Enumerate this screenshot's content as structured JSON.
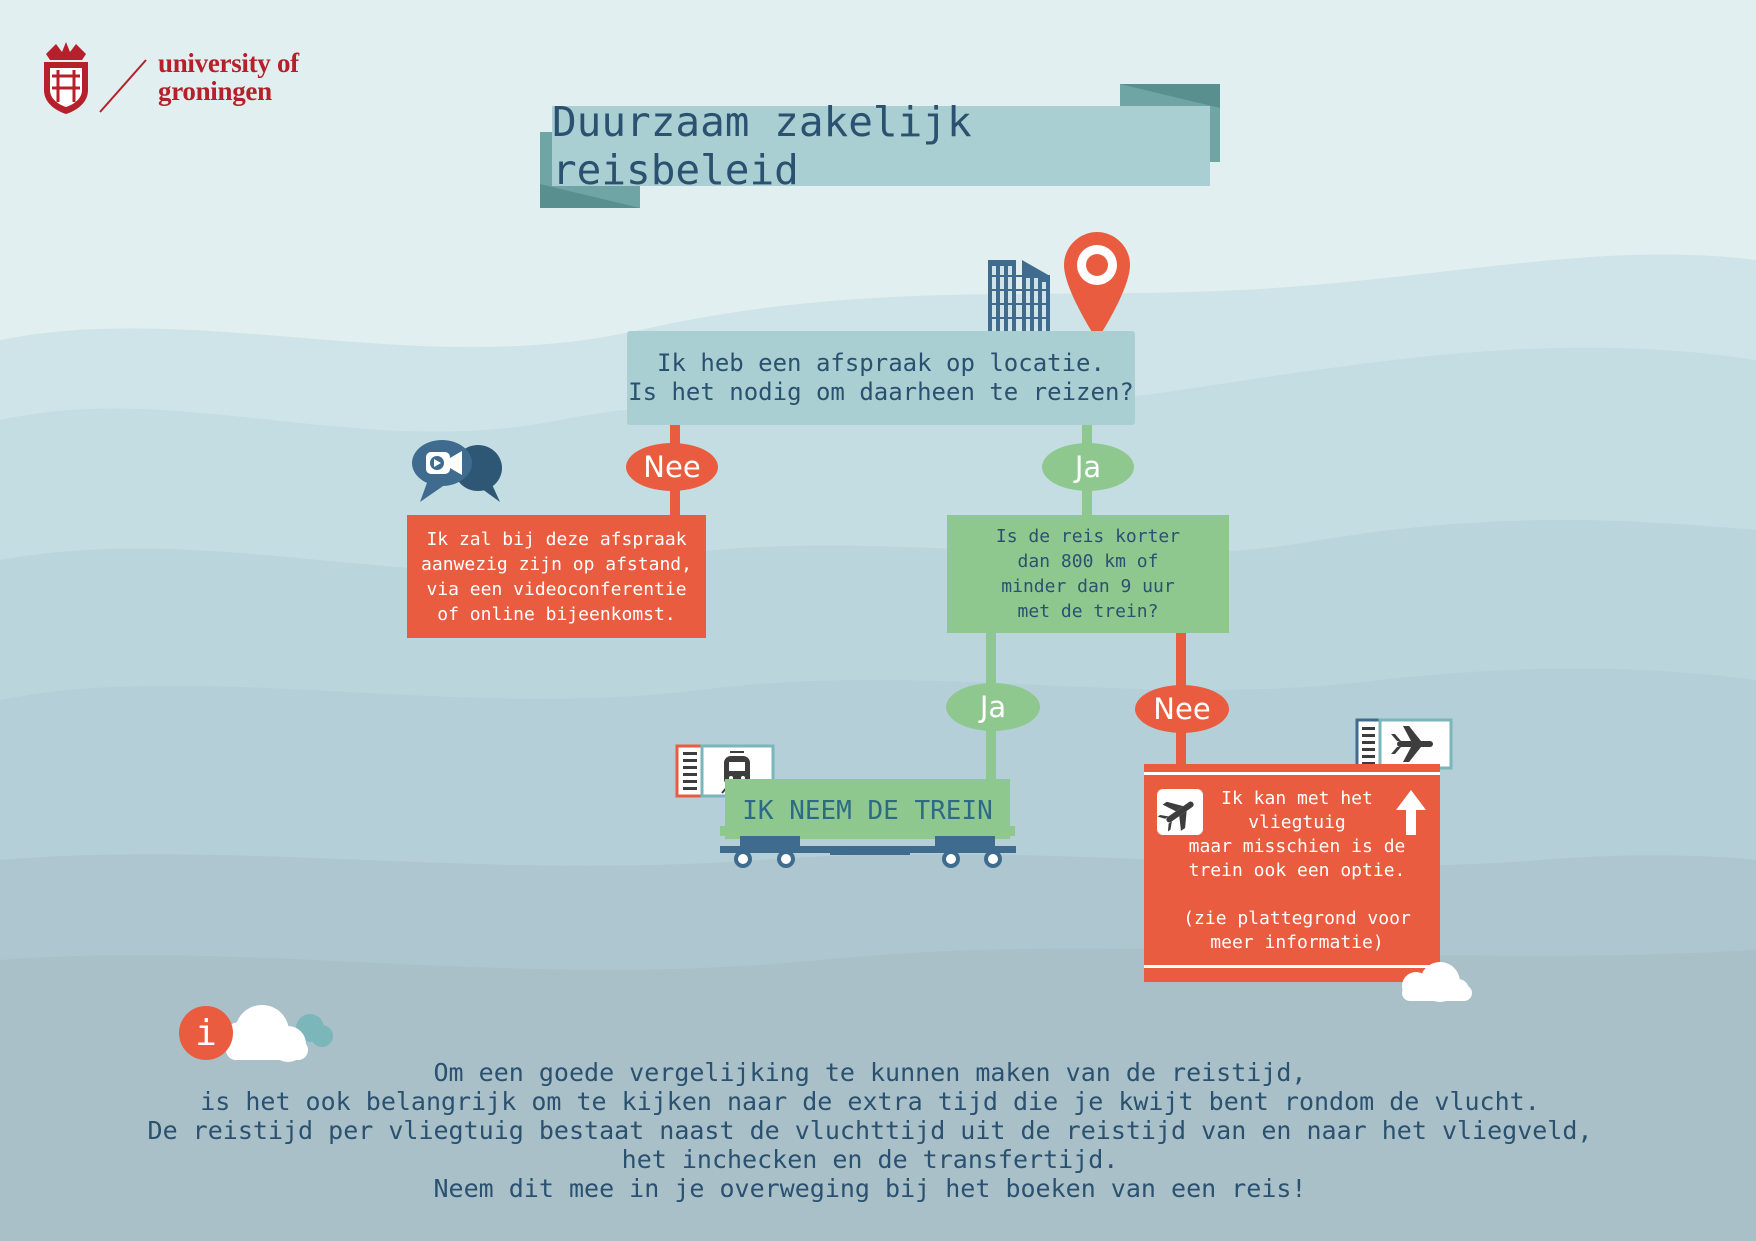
{
  "brand": {
    "name_line1": "university of",
    "name_line2": "groningen"
  },
  "title": "Duurzaam zakelijk reisbeleid",
  "question1": "Ik heb een afspraak op locatie.\nIs het nodig om daarheen te reizen?",
  "branch_no_1": "Nee",
  "branch_yes_1": "Ja",
  "remote_answer": "Ik zal bij deze afspraak\naanwezig zijn op afstand,\nvia een videoconferentie\nof online bijeenkomst.",
  "question2": "Is de reis korter\ndan 800 km of\nminder dan 9 uur\nmet de trein?",
  "branch_yes_2": "Ja",
  "branch_no_2": "Nee",
  "train_answer": "IK NEEM DE TREIN",
  "fly_answer": "Ik kan met het\nvliegtuig\nmaar misschien is de\ntrein ook een optie.\n\n(zie plattegrond voor\nmeer informatie)",
  "info_icon_glyph": "i",
  "footer_note": "Om een goede vergelijking te kunnen maken van de reistijd,\nis het ook belangrijk om te kijken naar de extra tijd die je kwijt bent rondom de vlucht.\nDe reistijd per vliegtuig bestaat naast de vluchttijd uit de reistijd van en naar het vliegveld,\nhet inchecken en de transfertijd.\nNeem dit mee in je overweging bij het boeken van een reis!",
  "colors": {
    "background": "#dcebed",
    "teal_box": "#a9cfd3",
    "green": "#8ec88f",
    "red_orange": "#e95c3f",
    "navy": "#2b5170",
    "brand_red": "#b5202a"
  },
  "icons": [
    "crest-icon",
    "buildings-icon",
    "location-pin-icon",
    "video-chat-icon",
    "train-ticket-icon",
    "plane-ticket-icon",
    "plane-icon",
    "arrow-up-icon",
    "info-icon",
    "cloud-icon"
  ]
}
